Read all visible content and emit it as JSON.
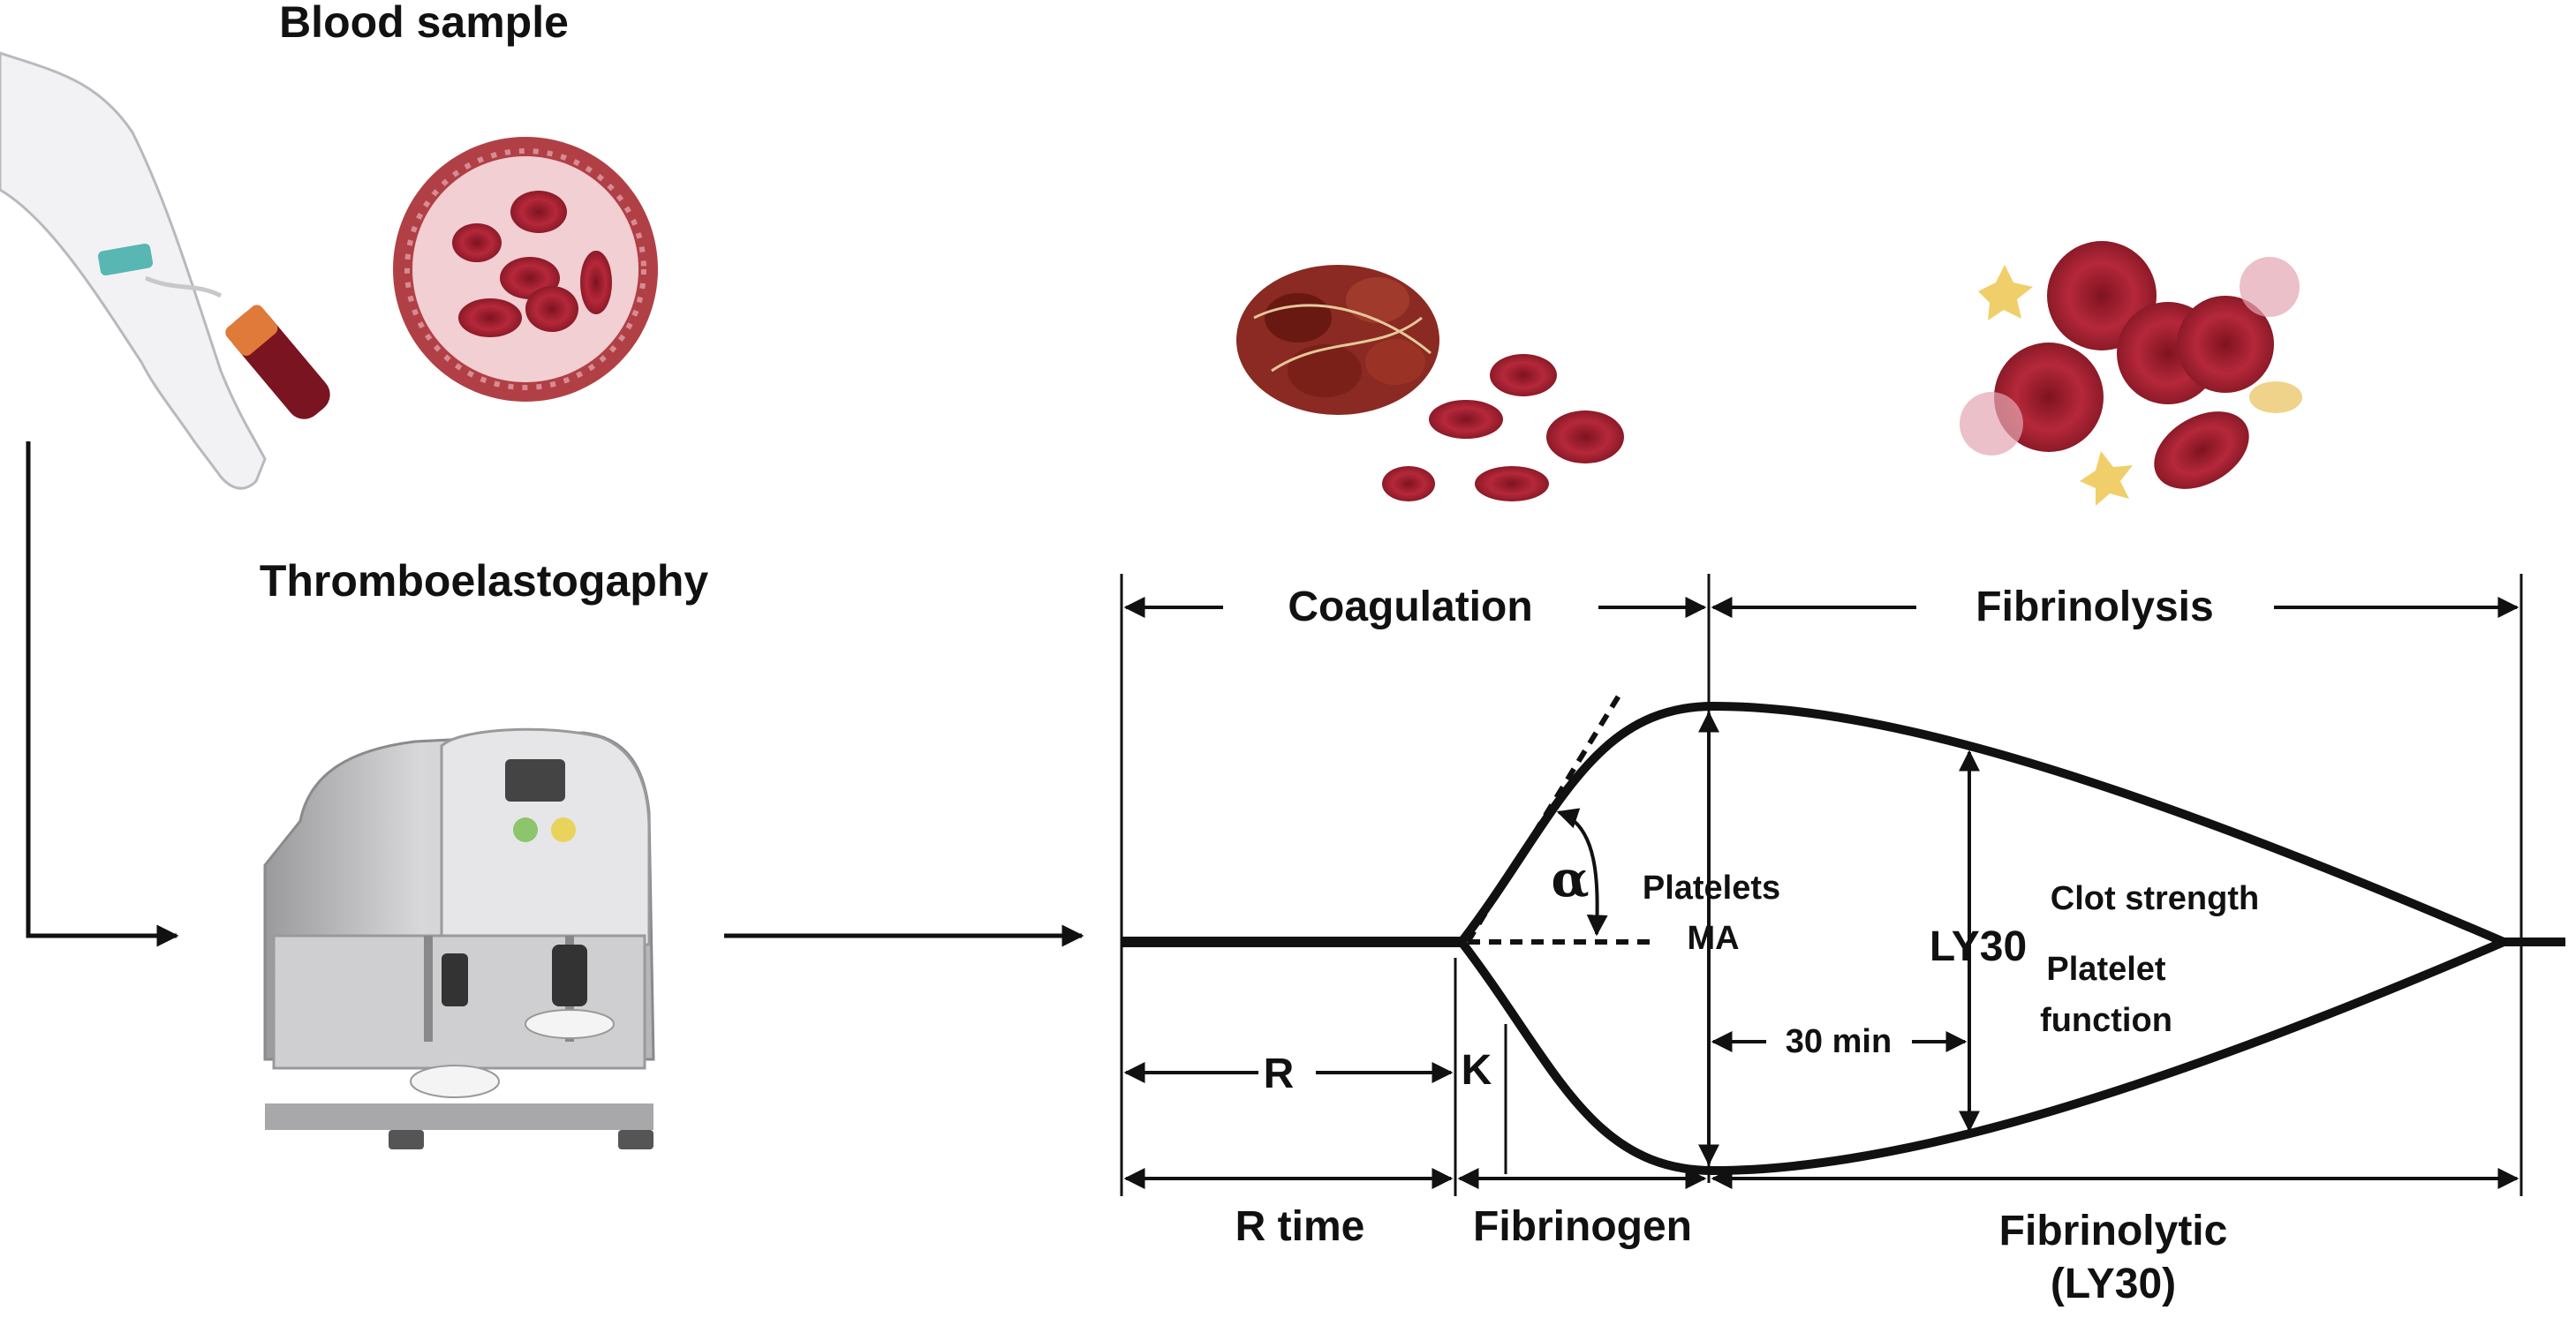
{
  "left": {
    "blood_sample_title": "Blood sample",
    "teg_title": "Thromboelastogaphy"
  },
  "graph": {
    "phase_coagulation": "Coagulation",
    "phase_fibrinolysis": "Fibrinolysis",
    "alpha": "α",
    "platelets": "Platelets",
    "ma": "MA",
    "clot_strength": "Clot strength",
    "platelet": "Platelet",
    "function": "function",
    "ly30_marker": "LY30",
    "thirty_min": "30 min",
    "r": "R",
    "k": "K",
    "r_time": "R time",
    "fibrinogen": "Fibrinogen",
    "fibrinolytic": "Fibrinolytic",
    "fibrinolytic_sub": "(LY30)"
  }
}
